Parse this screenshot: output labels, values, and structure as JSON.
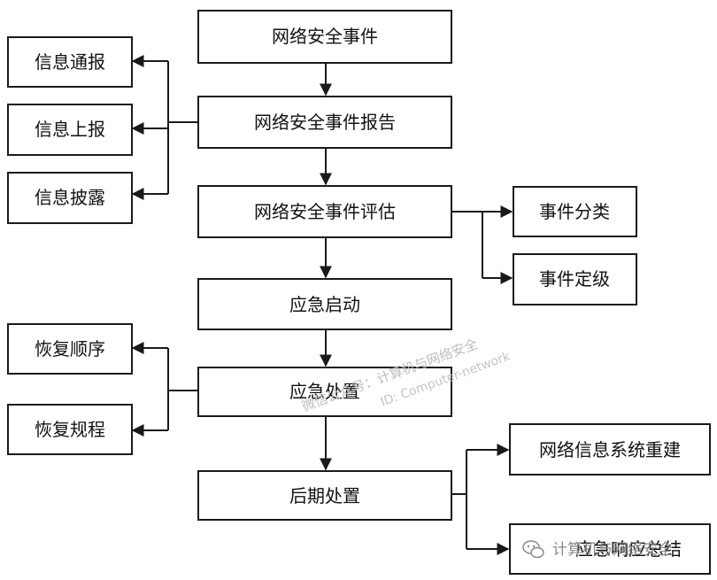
{
  "colors": {
    "stroke": "#1a1a1a",
    "fill": "#ffffff",
    "text": "#111111",
    "watermark": "#bdbdbd"
  },
  "nodes": {
    "event": "网络安全事件",
    "report": "网络安全事件报告",
    "assess": "网络安全事件评估",
    "start": "应急启动",
    "handle": "应急处置",
    "post": "后期处置",
    "notify": "信息通报",
    "submit": "信息上报",
    "disclose": "信息披露",
    "classify": "事件分类",
    "grade": "事件定级",
    "restore_order": "恢复顺序",
    "restore_rule": "恢复规程",
    "rebuild": "网络信息系统重建",
    "summary": "应急响应总结"
  },
  "watermark": {
    "line1": "微信公众号：计算机与网络安全",
    "line2": "ID: Computer-network",
    "brand": "计算机与网络安全",
    "brand_icon": "wechat-icon"
  }
}
